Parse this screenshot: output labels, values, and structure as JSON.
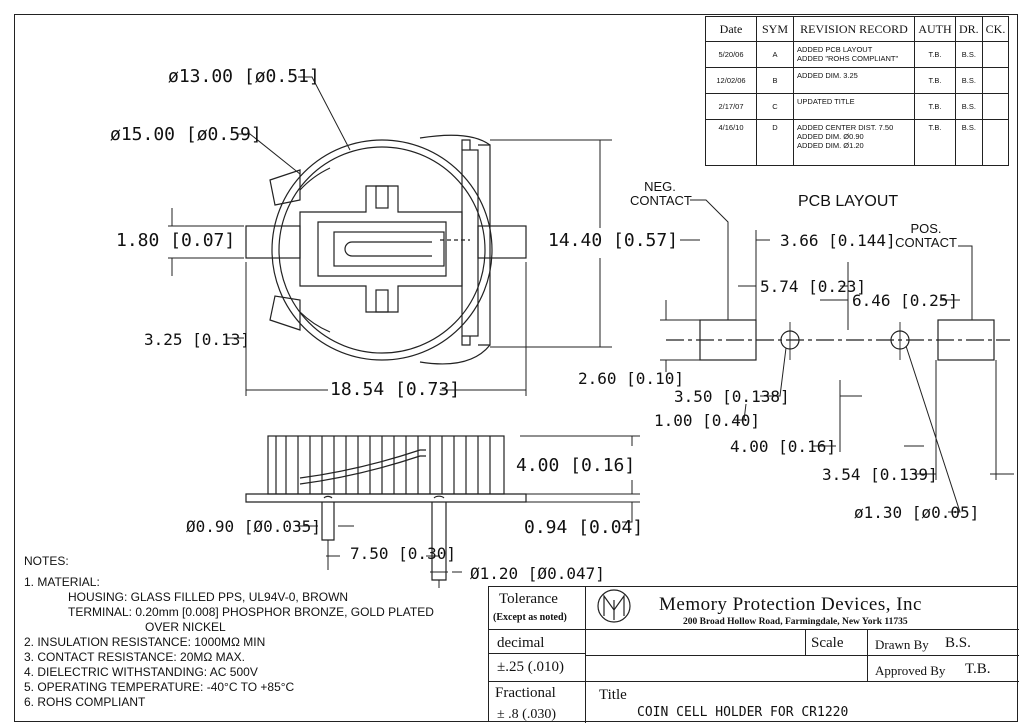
{
  "revision_table": {
    "headers": [
      "Date",
      "SYM",
      "REVISION RECORD",
      "AUTH",
      "DR.",
      "CK."
    ],
    "rows": [
      {
        "date": "5/20/06",
        "sym": "A",
        "record": "ADDED PCB LAYOUT\nADDED \"ROHS COMPLIANT\"",
        "auth": "T.B.",
        "dr": "B.S.",
        "ck": ""
      },
      {
        "date": "12/02/06",
        "sym": "B",
        "record": "ADDED DIM. 3.25",
        "auth": "T.B.",
        "dr": "B.S.",
        "ck": ""
      },
      {
        "date": "2/17/07",
        "sym": "C",
        "record": "UPDATED TITLE",
        "auth": "T.B.",
        "dr": "B.S.",
        "ck": ""
      },
      {
        "date": "4/16/10",
        "sym": "D",
        "record": "ADDED CENTER DIST. 7.50\nADDED DIM. Ø0.90\nADDED DIM. Ø1.20",
        "auth": "T.B.",
        "dr": "B.S.",
        "ck": ""
      }
    ]
  },
  "top_view": {
    "d_outer": "ø15.00 [ø0.59]",
    "d_inner": "ø13.00 [ø0.51]",
    "tab_width": "1.80 [0.07]",
    "height": "14.40 [0.57]",
    "offset": "3.25 [0.13]",
    "overall_length": "18.54 [0.73]"
  },
  "side_view": {
    "body_height": "4.00 [0.16]",
    "standoff": "0.94 [0.04]",
    "pin_small": "Ø0.90 [Ø0.035]",
    "pin_spacing": "7.50 [0.30]",
    "pin_large": "Ø1.20 [Ø0.047]"
  },
  "pcb_layout": {
    "title": "PCB LAYOUT",
    "neg_contact": "NEG.\nCONTACT",
    "pos_contact": "POS.\nCONTACT",
    "dim_366": "3.66 [0.144]",
    "dim_574": "5.74 [0.23]",
    "dim_646": "6.46 [0.25]",
    "dim_260": "2.60 [0.10]",
    "dim_350": "3.50 [0.138]",
    "dim_100": "1.00 [0.40]",
    "dim_400": "4.00 [0.16]",
    "dim_354": "3.54 [0.139]",
    "dim_130": "ø1.30 [ø0.05]"
  },
  "notes": {
    "heading": "NOTES:",
    "lines": [
      "1. MATERIAL:",
      "HOUSING: GLASS FILLED PPS, UL94V-0, BROWN",
      "TERMINAL: 0.20mm [0.008] PHOSPHOR BRONZE, GOLD PLATED",
      "OVER NICKEL",
      "2. INSULATION RESISTANCE: 1000MΩ MIN",
      "3. CONTACT RESISTANCE: 20MΩ MAX.",
      "4. DIELECTRIC WITHSTANDING: AC 500V",
      "5. OPERATING TEMPERATURE: -40°C TO +85°C",
      "6. ROHS COMPLIANT"
    ]
  },
  "title_block": {
    "tolerance": "Tolerance",
    "except": "(Except as noted)",
    "company": "Memory Protection Devices, Inc",
    "address": "200 Broad Hollow Road, Farmingdale, New York 11735",
    "decimal": "decimal",
    "decimal_tol": "±.25  (.010)",
    "scale": "Scale",
    "drawn_by_label": "Drawn By",
    "drawn_by": "B.S.",
    "approved_by_label": "Approved By",
    "approved_by": "T.B.",
    "fractional": "Fractional",
    "fractional_tol": "±  .8  (.030)",
    "title_label": "Title",
    "title": "COIN CELL HOLDER FOR CR1220"
  }
}
